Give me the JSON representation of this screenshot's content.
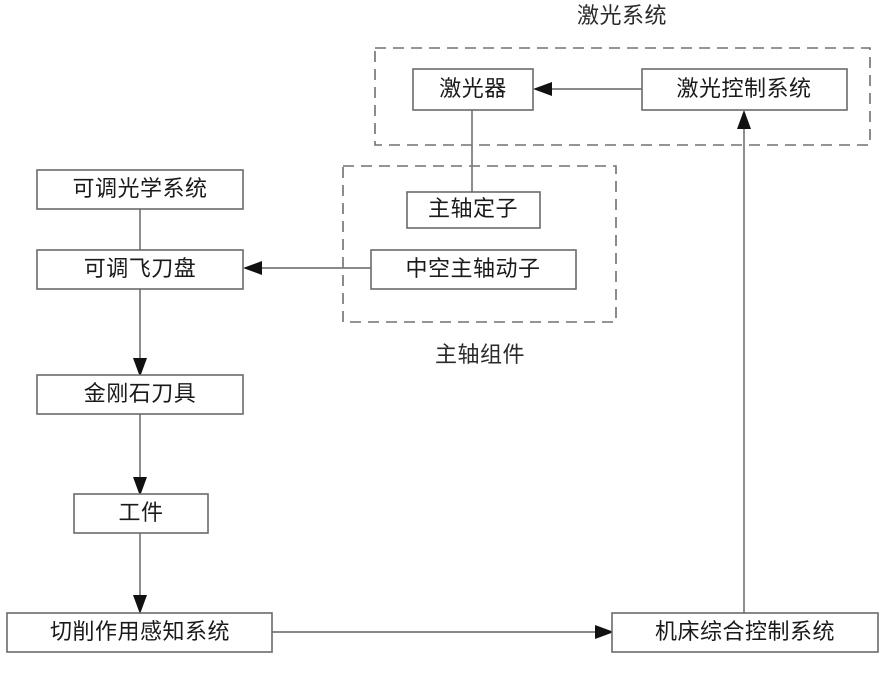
{
  "diagram": {
    "title_groups": [
      {
        "id": "laser-system",
        "label": "激光系统"
      },
      {
        "id": "spindle-assembly",
        "label": "主轴组件"
      }
    ],
    "nodes": [
      {
        "id": "adjustable-optical-system",
        "label": "可调光学系统"
      },
      {
        "id": "adjustable-fly-cutter-disc",
        "label": "可调飞刀盘"
      },
      {
        "id": "diamond-tool",
        "label": "金刚石刀具"
      },
      {
        "id": "workpiece",
        "label": "工件"
      },
      {
        "id": "cutting-sensing-system",
        "label": "切削作用感知系统"
      },
      {
        "id": "laser",
        "label": "激光器"
      },
      {
        "id": "laser-control-system",
        "label": "激光控制系统"
      },
      {
        "id": "spindle-stator",
        "label": "主轴定子"
      },
      {
        "id": "hollow-spindle-rotor",
        "label": "中空主轴动子"
      },
      {
        "id": "machine-integrated-control-system",
        "label": "机床综合控制系统"
      }
    ],
    "edges": [
      {
        "from": "可调光学系统",
        "to": "可调飞刀盘",
        "arrow": false
      },
      {
        "from": "可调飞刀盘",
        "to": "金刚石刀具",
        "arrow": true
      },
      {
        "from": "金刚石刀具",
        "to": "工件",
        "arrow": true
      },
      {
        "from": "工件",
        "to": "切削作用感知系统",
        "arrow": true
      },
      {
        "from": "切削作用感知系统",
        "to": "机床综合控制系统",
        "arrow": true
      },
      {
        "from": "机床综合控制系统",
        "to": "激光控制系统",
        "arrow": true
      },
      {
        "from": "激光控制系统",
        "to": "激光器",
        "arrow": true
      },
      {
        "from": "激光器",
        "to": "主轴定子",
        "arrow": false
      },
      {
        "from": "中空主轴动子",
        "to": "可调飞刀盘",
        "arrow": true
      }
    ],
    "colors": {
      "box_stroke": "#6b6b6b",
      "dashed_stroke": "#707070",
      "line": "#7a7a7a",
      "arrow_fill": "#111111",
      "text": "#1a1a1a",
      "background": "#ffffff"
    }
  }
}
